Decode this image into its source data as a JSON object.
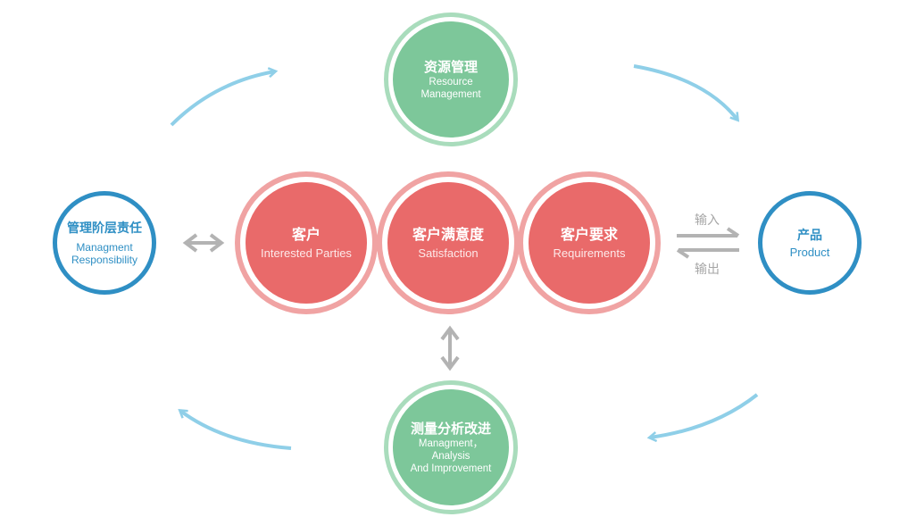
{
  "nodes": {
    "resource": {
      "zh": "资源管理",
      "en1": "Resource",
      "en2": "Management"
    },
    "customer": {
      "zh": "客户",
      "en": "Interested Parties"
    },
    "satisfaction": {
      "zh": "客户满意度",
      "en": "Satisfaction"
    },
    "requirements": {
      "zh": "客户要求",
      "en": "Requirements"
    },
    "management": {
      "zh": "管理阶层责任",
      "en1": "Managment",
      "en2": "Responsibility"
    },
    "product": {
      "zh": "产品",
      "en": "Product"
    },
    "measure": {
      "zh": "测量分析改进",
      "en1": "Managment，",
      "en2": "Analysis",
      "en3": "And Improvement"
    }
  },
  "labels": {
    "input": "输入",
    "output": "输出"
  },
  "colors": {
    "green": "#7dc79a",
    "red": "#e96a6a",
    "blue": "#2f8fc4",
    "cycle_arrow": "#8fcfe8",
    "gray_arrow": "#b3b3b3"
  }
}
